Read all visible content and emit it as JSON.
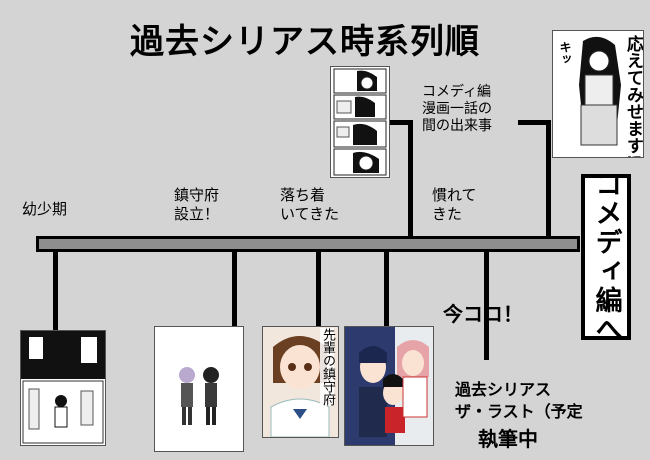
{
  "title": "過去シリアス時系列順",
  "periods": [
    {
      "label": "幼少期"
    },
    {
      "label": "鎮守府\n設立！"
    },
    {
      "label": "落ち着\nいてきた"
    },
    {
      "label": "慣れて\nきた"
    }
  ],
  "comedy_note": "コメディ編\n漫画一話の\n間の出来事",
  "comedy_button": "コメディ編へ",
  "now_marker": "今ココ！",
  "final": {
    "line1": "過去シリアス",
    "line2": "ザ・ラスト（予定",
    "line3": "執筆中"
  },
  "thumb_caption": "先輩の鎮守府",
  "manga_panel": {
    "text_main": "応えてみせます!!",
    "text_side": "キッ"
  }
}
